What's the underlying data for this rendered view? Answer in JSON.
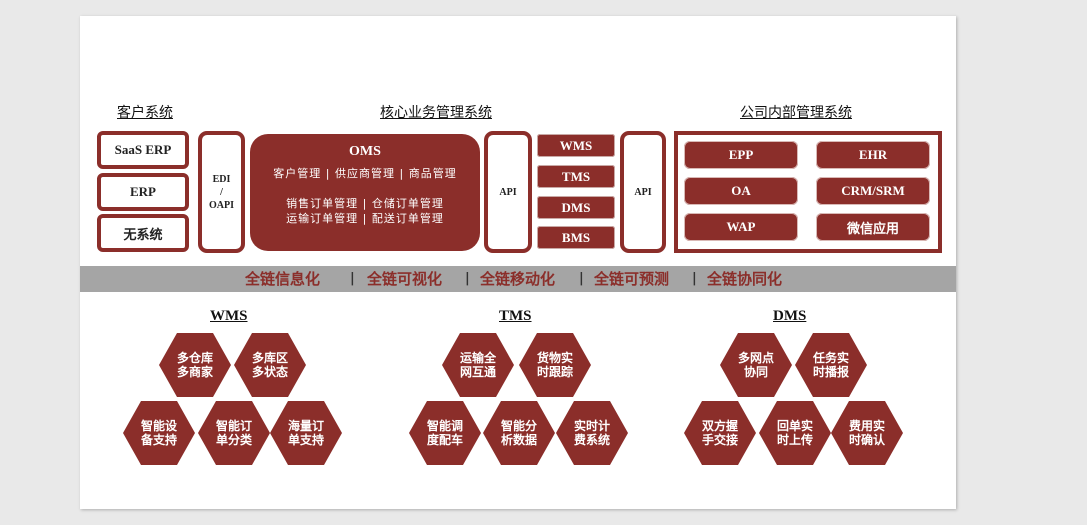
{
  "sections": {
    "client_title": "客户系统",
    "core_title": "核心业务管理系统",
    "internal_title": "公司内部管理系统"
  },
  "clients": [
    "SaaS ERP",
    "ERP",
    "无系统"
  ],
  "edi": {
    "line1": "EDI",
    "line2": "/",
    "line3": "OAPI"
  },
  "oms": {
    "title": "OMS",
    "row1": "客户管理 | 供应商管理 | 商品管理",
    "row2": "销售订单管理 | 仓储订单管理",
    "row3": "运输订单管理 | 配送订单管理"
  },
  "api_left": "API",
  "api_right": "API",
  "systems": [
    "WMS",
    "TMS",
    "DMS",
    "BMS"
  ],
  "internal": [
    "EPP",
    "EHR",
    "OA",
    "CRM/SRM",
    "WAP",
    "微信应用"
  ],
  "band": {
    "items": [
      "全链信息化",
      "全链可视化",
      "全链移动化",
      "全链可预测",
      "全链协同化"
    ],
    "separator": "|"
  },
  "groups": [
    {
      "title": "WMS",
      "hexes": [
        "多仓库\n多商家",
        "多库区\n多状态",
        "智能设\n备支持",
        "智能订\n单分类",
        "海量订\n单支持"
      ]
    },
    {
      "title": "TMS",
      "hexes": [
        "运输全\n网互通",
        "货物实\n时跟踪",
        "智能调\n度配车",
        "智能分\n析数据",
        "实时计\n费系统"
      ]
    },
    {
      "title": "DMS",
      "hexes": [
        "多网点\n协同",
        "任务实\n时播报",
        "双方握\n手交接",
        "回单实\n时上传",
        "费用实\n时确认"
      ]
    }
  ],
  "colors": {
    "brand": "#8b2e2a",
    "band": "#a5a5a5",
    "background": "#e9e9e9"
  }
}
